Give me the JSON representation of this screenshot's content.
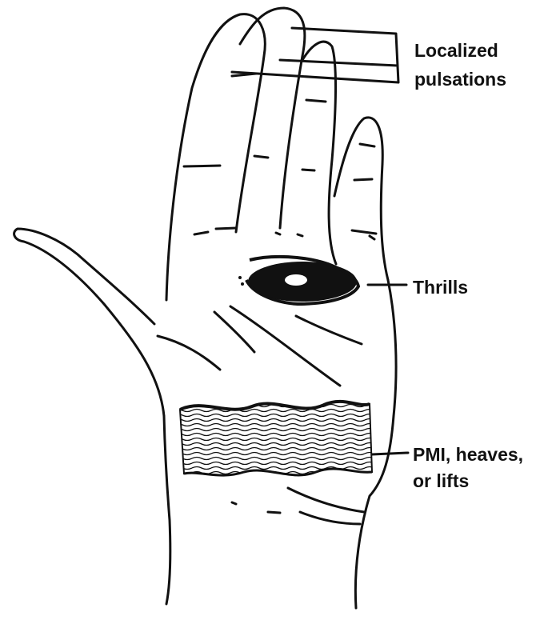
{
  "figure": {
    "callouts": {
      "pulsations": {
        "line1": "Localized",
        "line2": "pulsations"
      },
      "thrills": {
        "text": "Thrills"
      },
      "pmi": {
        "line1": "PMI, heaves,",
        "line2": "or lifts"
      }
    },
    "colors": {
      "ink": "#111111",
      "background": "#ffffff"
    }
  }
}
